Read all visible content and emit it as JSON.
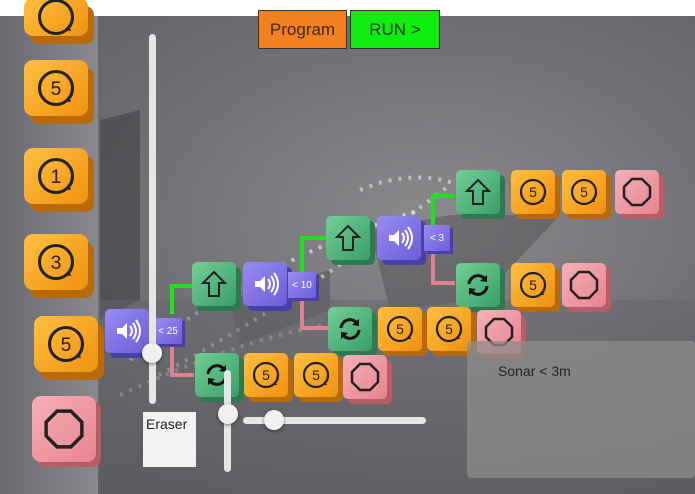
{
  "toolbar": {
    "program_label": "Program",
    "run_label": "RUN >"
  },
  "palette": [
    "timer-5-icon",
    "timer-1-icon",
    "timer-3-icon",
    "timer-5-icon",
    "stop-octagon-icon"
  ],
  "program": {
    "sonar_conditions": [
      "< 25",
      "< 10",
      "< 3"
    ],
    "timer_values": [
      "5",
      "1",
      "3"
    ]
  },
  "eraser_label": "Eraser",
  "info_text": "Sonar < 3m",
  "colors": {
    "orange": "#f7a020",
    "green": "#4fb27a",
    "purple": "#7f6fe6",
    "pink": "#f19aa3",
    "wire_green": "#20e020",
    "wire_pink": "#e08090",
    "program": "#f38020",
    "run": "#10ee10"
  }
}
